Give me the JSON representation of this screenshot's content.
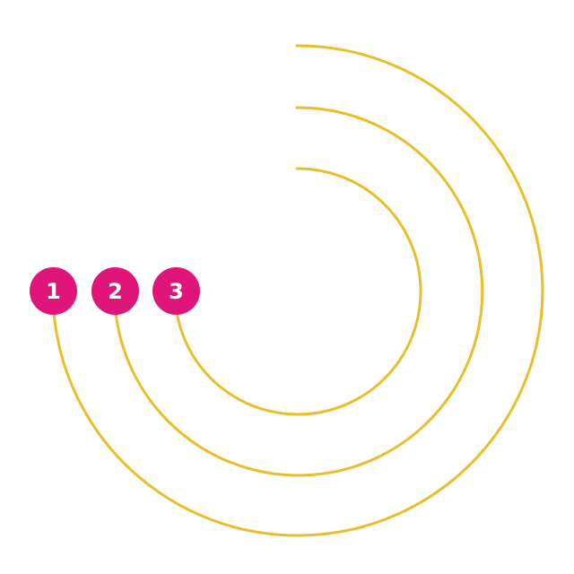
{
  "colors": {
    "arc": "#E8BE2A",
    "badge": "#E0157A",
    "badge_text": "#FFFFFF",
    "background": "#FFFFFF"
  },
  "steps": [
    {
      "number": "1"
    },
    {
      "number": "2"
    },
    {
      "number": "3"
    }
  ]
}
